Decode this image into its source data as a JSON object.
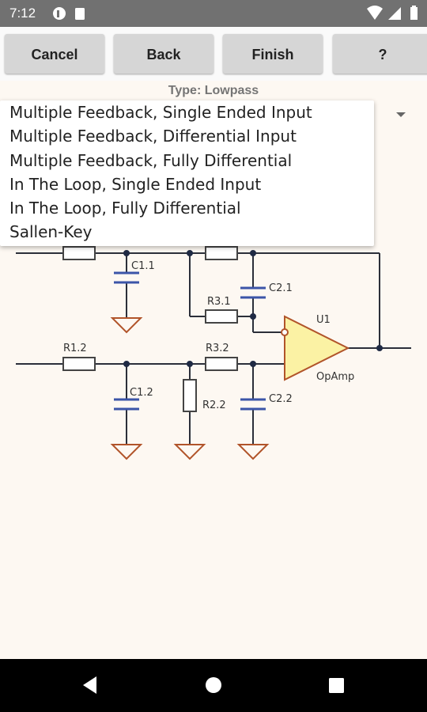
{
  "status_bar": {
    "time": "7:12"
  },
  "toolbar": {
    "cancel_label": "Cancel",
    "back_label": "Back",
    "finish_label": "Finish",
    "help_label": "?"
  },
  "filter": {
    "type_label": "Type: Lowpass"
  },
  "dropdown": {
    "items": [
      "Multiple Feedback, Single Ended Input",
      "Multiple Feedback, Differential Input",
      "Multiple Feedback, Fully Differential",
      "In The Loop, Single Ended Input",
      "In The Loop, Fully Differential",
      "Sallen-Key"
    ]
  },
  "schematic": {
    "labels": {
      "c1_1": "C1.1",
      "c2_1": "C2.1",
      "r3_1": "R3.1",
      "u1": "U1",
      "opamp": "OpAmp",
      "r1_2": "R1.2",
      "r3_2": "R3.2",
      "c1_2": "C1.2",
      "r2_2": "R2.2",
      "c2_2": "C2.2"
    },
    "colors": {
      "wire": "#2b2f3a",
      "component": "#444444",
      "capacitor": "#3b55a8",
      "opamp_fill": "#fbf2a4",
      "opamp_stroke": "#b1542a"
    }
  },
  "icons": [
    "wifi-icon",
    "signal-icon",
    "battery-icon",
    "back-nav-icon",
    "home-nav-icon",
    "recents-nav-icon"
  ]
}
